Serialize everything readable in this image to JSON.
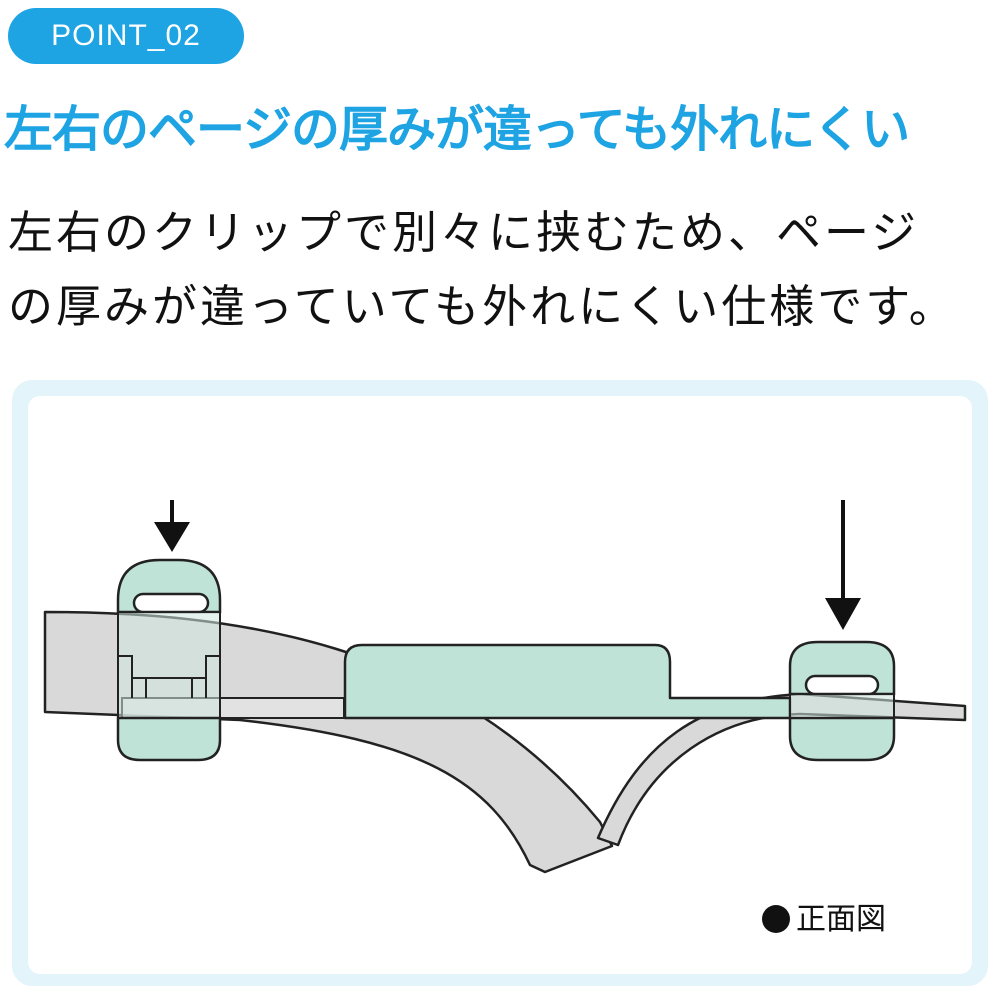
{
  "badge": {
    "label": "POINT_02"
  },
  "headline": "左右のページの厚みが違っても外れにくい",
  "description": {
    "line1": "左右のクリップで別々に挟むため、ページ",
    "line2": "の厚みが違っていても外れにくい仕様です。"
  },
  "figure": {
    "caption": "正面図"
  },
  "colors": {
    "accent": "#1ea3e3",
    "clip_fill": "#bfe3d6",
    "page_fill": "#d9d9d9",
    "panel_border": "#e3f4fb"
  }
}
